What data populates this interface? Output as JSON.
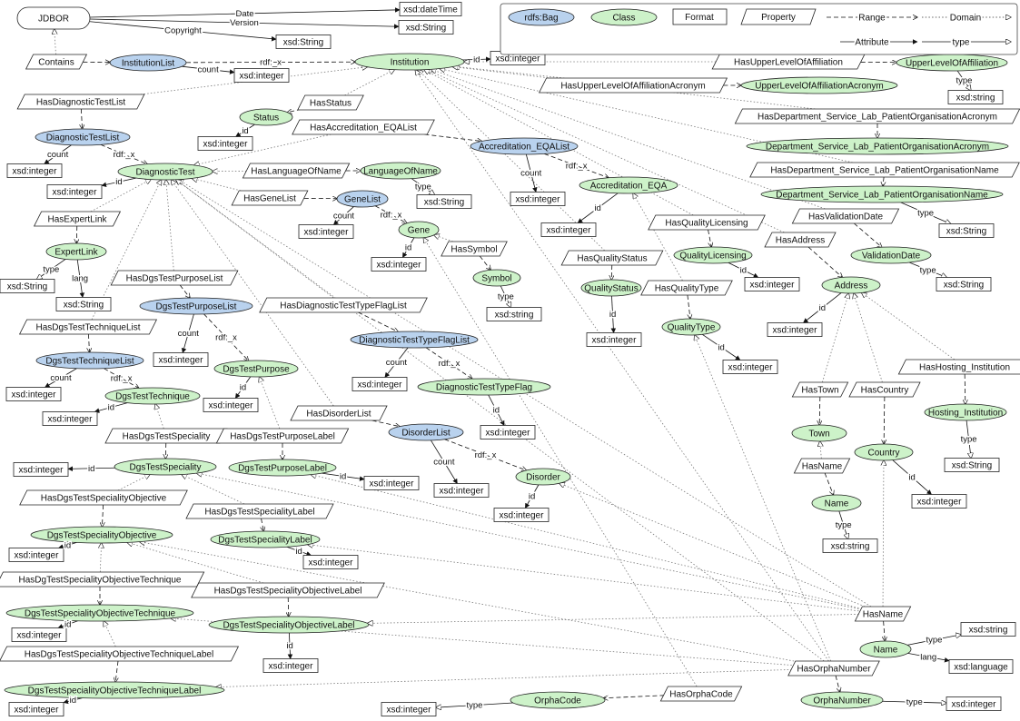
{
  "legend": {
    "bag": "rdfs:Bag",
    "class": "Class",
    "format": "Format",
    "property": "Property",
    "range": "Range",
    "domain": "Domain",
    "attribute": "Attribute",
    "type": "type"
  },
  "nodes": {
    "jdbor": "JDBOR",
    "institution_list": "InstitutionList",
    "institution": "Institution",
    "upper_aff": "UpperLevelOfAffiliation",
    "upper_aff_acr": "UpperLevelOfAffiliationAcronym",
    "status": "Status",
    "diag_test_list": "DiagnosticTestList",
    "accreditation_list": "Accreditation_EQAList",
    "diagnostic_test": "DiagnosticTest",
    "language_of_name": "LanguageOfName",
    "dept_acr": "Department_Service_Lab_PatientOrganisationAcronym",
    "dept_name": "Department_Service_Lab_PatientOrganisationName",
    "accreditation": "Accreditation_EQA",
    "gene_list": "GeneList",
    "gene": "Gene",
    "expert_link": "ExpertLink",
    "symbol": "Symbol",
    "quality_licensing": "QualityLicensing",
    "validation_date": "ValidationDate",
    "quality_status": "QualityStatus",
    "address": "Address",
    "dgs_purpose_list": "DgsTestPurposeList",
    "quality_type": "QualityType",
    "dtt_flag_list": "DiagnosticTestTypeFlagList",
    "dgs_technique_list": "DgsTestTechniqueList",
    "dgs_purpose": "DgsTestPurpose",
    "dtt_flag": "DiagnosticTestTypeFlag",
    "dgs_technique": "DgsTestTechnique",
    "hosting_institution": "Hosting_Institution",
    "town": "Town",
    "disorder_list": "DisorderList",
    "country": "Country",
    "dgs_speciality": "DgsTestSpeciality",
    "dgs_purpose_label": "DgsTestPurposeLabel",
    "disorder": "Disorder",
    "name_town": "Name",
    "dgs_spec_obj": "DgsTestSpecialityObjective",
    "dgs_spec_label": "DgsTestSpecialityLabel",
    "dgs_spec_obj_tech": "DgsTestSpecialityObjectiveTechnique",
    "dgs_spec_obj_label": "DgsTestSpecialityObjectiveLabel",
    "name_main": "Name",
    "dgs_spec_obj_tech_label": "DgsTestSpecialityObjectiveTechniqueLabel",
    "orpha_code": "OrphaCode",
    "orpha_number": "OrphaNumber"
  },
  "properties": {
    "contains": "Contains",
    "has_upper_aff": "HasUpperLevelOfAffiliation",
    "has_upper_aff_acr": "HasUpperLevelOfAffiliationAcronym",
    "has_diag_test_list": "HasDiagnosticTestList",
    "has_status": "HasStatus",
    "has_dept_acr": "HasDepartment_Service_Lab_PatientOrganisationAcronym",
    "has_accreditation": "HasAccreditation_EQAList",
    "has_dept_name": "HasDepartment_Service_Lab_PatientOrganisationName",
    "has_language": "HasLanguageOfName",
    "has_gene_list": "HasGeneList",
    "has_validation_date": "HasValidationDate",
    "has_expert_link": "HasExpertLink",
    "has_quality_licensing": "HasQualityLicensing",
    "has_address": "HasAddress",
    "has_symbol": "HasSymbol",
    "has_quality_status": "HasQualityStatus",
    "has_purpose_list": "HasDgsTestPurposeList",
    "has_quality_type": "HasQualityType",
    "has_dtt_flag_list": "HasDiagnosticTestTypeFlagList",
    "has_technique_list": "HasDgsTestTechniqueList",
    "has_hosting": "HasHosting_Institution",
    "has_town": "HasTown",
    "has_country": "HasCountry",
    "has_speciality": "HasDgsTestSpeciality",
    "has_purpose_label": "HasDgsTestPurposeLabel",
    "has_disorder_list": "HasDisorderList",
    "has_name_town": "HasName",
    "has_spec_obj": "HasDgsTestSpecialityObjective",
    "has_spec_label": "HasDgsTestSpecialityLabel",
    "has_spec_obj_tech": "HasDgTestSpecialityObjectiveTechnique",
    "has_spec_obj_label": "HasDgsTestSpecialityObjectiveLabel",
    "has_name_main": "HasName",
    "has_spec_obj_tech_label": "HasDgsTestSpecialityObjectiveTechniqueLabel",
    "has_orpha_number": "HasOrphaNumber",
    "has_orpha_code": "HasOrphaCode"
  },
  "formats": {
    "datetime": "xsd:dateTime",
    "string": "xsd:String",
    "string_lower": "xsd:string",
    "integer": "xsd:integer",
    "language": "xsd:language"
  },
  "edge_labels": {
    "date": "Date",
    "version": "Version",
    "copyright": "Copyright",
    "count": "count",
    "rdf_x": "rdf:_x",
    "id": "id",
    "type": "type",
    "lang": "lang"
  }
}
